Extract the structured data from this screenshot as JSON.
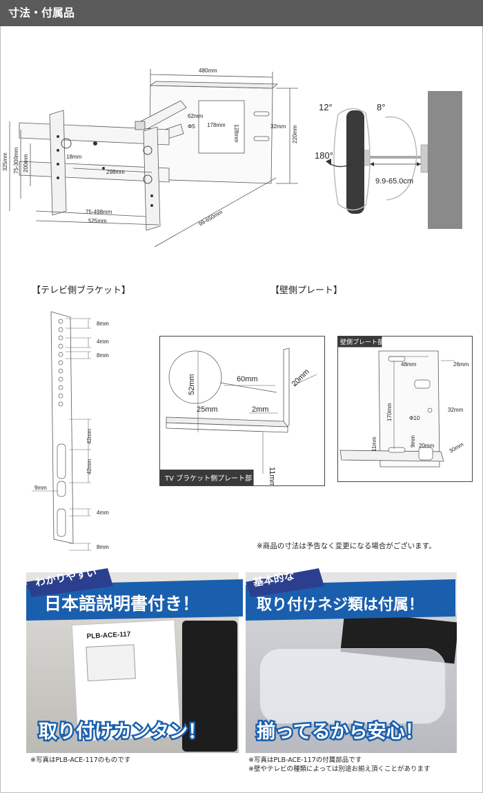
{
  "header": {
    "title": "寸法・付属品"
  },
  "main_diagram": {
    "labels": {
      "width_480": "480mm",
      "w62": "62mm",
      "w178": "178mm",
      "h128": "128mm",
      "w32": "32mm",
      "phi5": "Φ5",
      "h220": "220mm",
      "h325": "325mm",
      "h75_300": "75-300mm",
      "h200": "200mm",
      "w18": "18mm",
      "w298": "298mm",
      "w75_498": "75-498mm",
      "w525": "525mm",
      "d99_650": "99-650mm"
    }
  },
  "tilt_diagram": {
    "tilt_up": "12°",
    "tilt_down": "8°",
    "swivel": "180°",
    "extension": "9.9-65.0cm"
  },
  "sections": {
    "tv_bracket": "【テレビ側ブラケット】",
    "wall_plate": "【壁側プレート】"
  },
  "tv_bracket_dims": [
    "8mm",
    "4mm",
    "8mm",
    "42mm",
    "42mm",
    "9mm",
    "4mm",
    "8mm"
  ],
  "tv_plate_box": {
    "label": "TV ブラケット側プレート部",
    "d52": "52mm",
    "d60": "60mm",
    "d20": "20mm",
    "d25": "25mm",
    "d2": "2mm",
    "d11": "11mm"
  },
  "wall_plate_box": {
    "label": "壁側プレート部",
    "d48": "48mm",
    "d26": "26mm",
    "d170": "170mm",
    "phi10": "Φ10",
    "d32": "32mm",
    "d9": "9mm",
    "d20": "20mm",
    "d11": "11mm",
    "d30": "30mm"
  },
  "notice": "※商品の寸法は予告なく変更になる場合がございます。",
  "promo_left": {
    "tag": "わかりやすい",
    "headline": "日本語説明書付き！",
    "manual_model": "PLB-ACE-117",
    "bottom": "取り付けカンタン！",
    "caption": "※写真はPLB-ACE-117のものです"
  },
  "promo_right": {
    "tag": "基本的な",
    "headline": "取り付けネジ類は付属！",
    "bottom": "揃ってるから安心！",
    "caption1": "※写真はPLB-ACE-117の付属部品です",
    "caption2": "※壁やテレビの種類によっては別途お揃え頂くことがあります"
  },
  "colors": {
    "header_bg": "#5a5a5a",
    "ribbon_blue": "#1a5fae",
    "tag_blue": "#2b3f8e",
    "wall_gray": "#8a8a8a"
  }
}
